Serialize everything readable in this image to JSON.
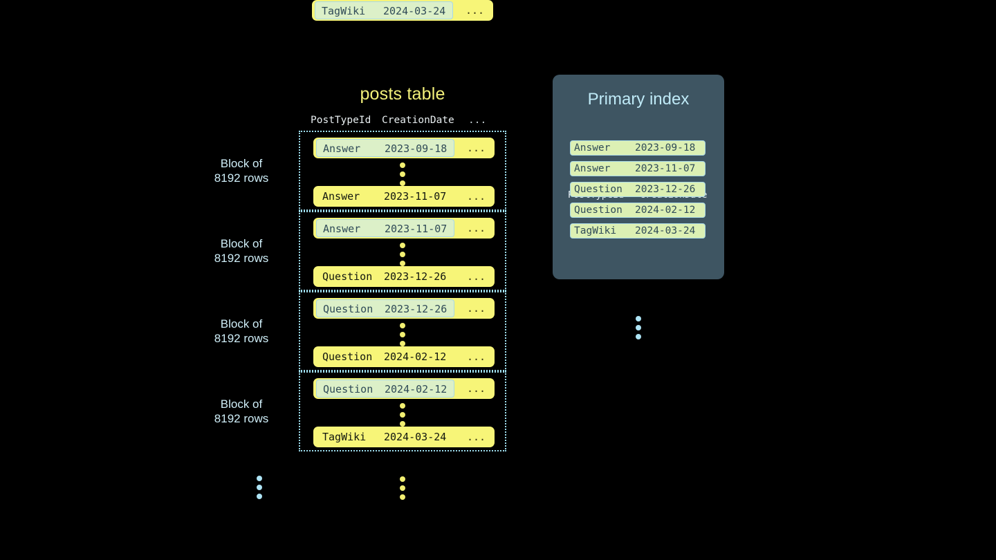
{
  "posts_table": {
    "title": "posts table",
    "columns": [
      "PostTypeId",
      "CreationDate",
      "..."
    ],
    "ellipsis": "...",
    "block_label": "Block of\n8192 rows",
    "blocks": [
      {
        "label": "Block of\n8192 rows",
        "top_row": {
          "post_type_id": "Answer",
          "creation_date": "2023-09-18",
          "ellipsis": "...",
          "highlighted": true
        },
        "bottom_row": {
          "post_type_id": "Answer",
          "creation_date": "2023-11-07",
          "ellipsis": "...",
          "highlighted": false
        }
      },
      {
        "label": "Block of\n8192 rows",
        "top_row": {
          "post_type_id": "Answer",
          "creation_date": "2023-11-07",
          "ellipsis": "...",
          "highlighted": true
        },
        "bottom_row": {
          "post_type_id": "Question",
          "creation_date": "2023-12-26",
          "ellipsis": "...",
          "highlighted": false
        }
      },
      {
        "label": "Block of\n8192 rows",
        "top_row": {
          "post_type_id": "Question",
          "creation_date": "2023-12-26",
          "ellipsis": "...",
          "highlighted": true
        },
        "bottom_row": {
          "post_type_id": "Question",
          "creation_date": "2024-02-12",
          "ellipsis": "...",
          "highlighted": false
        }
      },
      {
        "label": "Block of\n8192 rows",
        "top_row": {
          "post_type_id": "Question",
          "creation_date": "2024-02-12",
          "ellipsis": "...",
          "highlighted": true
        },
        "bottom_row": {
          "post_type_id": "TagWiki",
          "creation_date": "2024-03-24",
          "ellipsis": "...",
          "highlighted": false
        }
      }
    ],
    "trailing_row": {
      "post_type_id": "TagWiki",
      "creation_date": "2024-03-24",
      "ellipsis": "...",
      "highlighted": true
    }
  },
  "primary_index": {
    "title": "Primary index",
    "columns": [
      "PostTypeId",
      "CreationDate"
    ],
    "rows": [
      {
        "post_type_id": "Answer",
        "creation_date": "2023-09-18"
      },
      {
        "post_type_id": "Answer",
        "creation_date": "2023-11-07"
      },
      {
        "post_type_id": "Question",
        "creation_date": "2023-12-26"
      },
      {
        "post_type_id": "Question",
        "creation_date": "2024-02-12"
      },
      {
        "post_type_id": "TagWiki",
        "creation_date": "2024-03-24"
      }
    ]
  },
  "colors": {
    "background": "#000000",
    "row_yellow": "#f7f578",
    "highlight_green": "#dcf0c8",
    "highlight_border": "#a8d8e6",
    "block_border": "#9fdff0",
    "panel_bg": "#3e5562",
    "title_yellow": "#f2f07a",
    "title_cyan": "#bfeaf7",
    "label_cyan": "#cfeef8",
    "dot_yellow": "#f2ef72",
    "dot_blue": "#aee4f5"
  }
}
